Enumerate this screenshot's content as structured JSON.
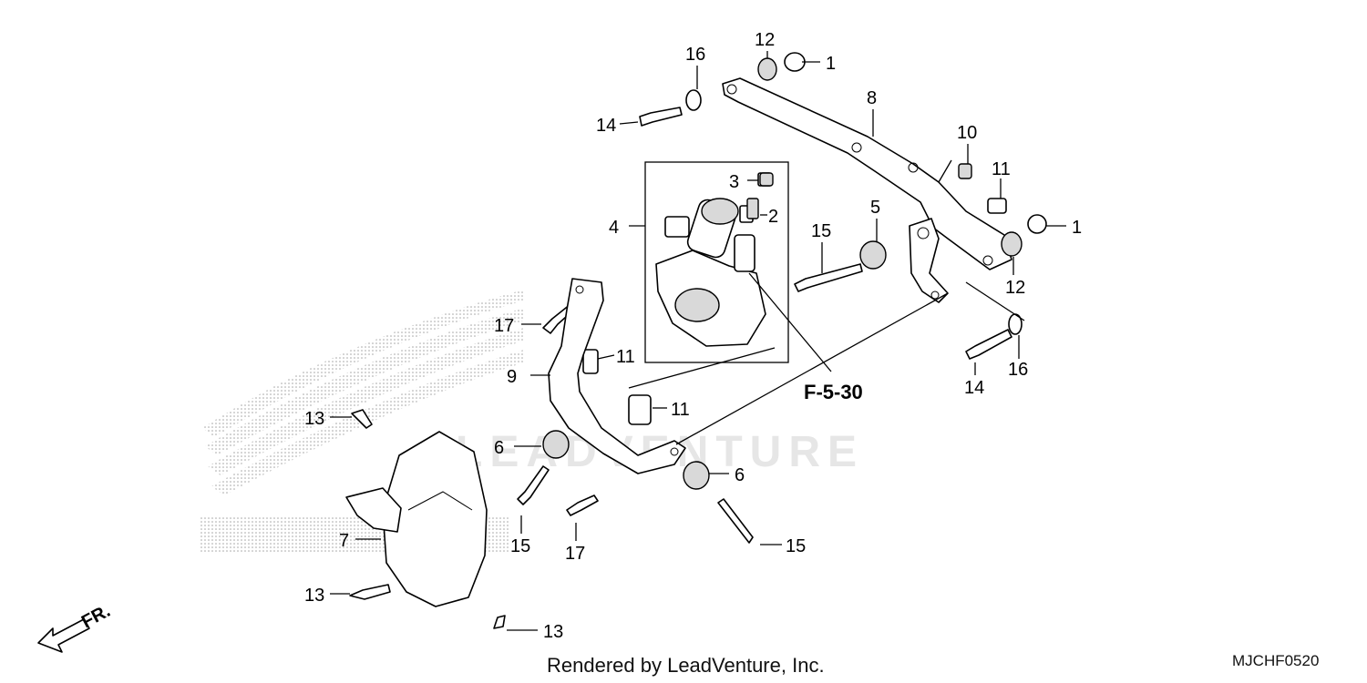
{
  "diagram": {
    "callouts": [
      {
        "id": "c1a",
        "label": "1"
      },
      {
        "id": "c1b",
        "label": "1"
      },
      {
        "id": "c2",
        "label": "2"
      },
      {
        "id": "c3",
        "label": "3"
      },
      {
        "id": "c4",
        "label": "4"
      },
      {
        "id": "c5",
        "label": "5"
      },
      {
        "id": "c6a",
        "label": "6"
      },
      {
        "id": "c6b",
        "label": "6"
      },
      {
        "id": "c7",
        "label": "7"
      },
      {
        "id": "c8",
        "label": "8"
      },
      {
        "id": "c9",
        "label": "9"
      },
      {
        "id": "c10",
        "label": "10"
      },
      {
        "id": "c11a",
        "label": "11"
      },
      {
        "id": "c11b",
        "label": "11"
      },
      {
        "id": "c11c",
        "label": "11"
      },
      {
        "id": "c12a",
        "label": "12"
      },
      {
        "id": "c12b",
        "label": "12"
      },
      {
        "id": "c13a",
        "label": "13"
      },
      {
        "id": "c13b",
        "label": "13"
      },
      {
        "id": "c13c",
        "label": "13"
      },
      {
        "id": "c14a",
        "label": "14"
      },
      {
        "id": "c14b",
        "label": "14"
      },
      {
        "id": "c15a",
        "label": "15"
      },
      {
        "id": "c15b",
        "label": "15"
      },
      {
        "id": "c15c",
        "label": "15"
      },
      {
        "id": "c16a",
        "label": "16"
      },
      {
        "id": "c16b",
        "label": "16"
      },
      {
        "id": "c17a",
        "label": "17"
      },
      {
        "id": "c17b",
        "label": "17"
      }
    ],
    "reference": "F-5-30",
    "front_arrow_label": "FR.",
    "watermark": "LEADVENTURE"
  },
  "footer": {
    "credit": "Rendered by LeadVenture, Inc.",
    "code": "MJCHF0520"
  }
}
